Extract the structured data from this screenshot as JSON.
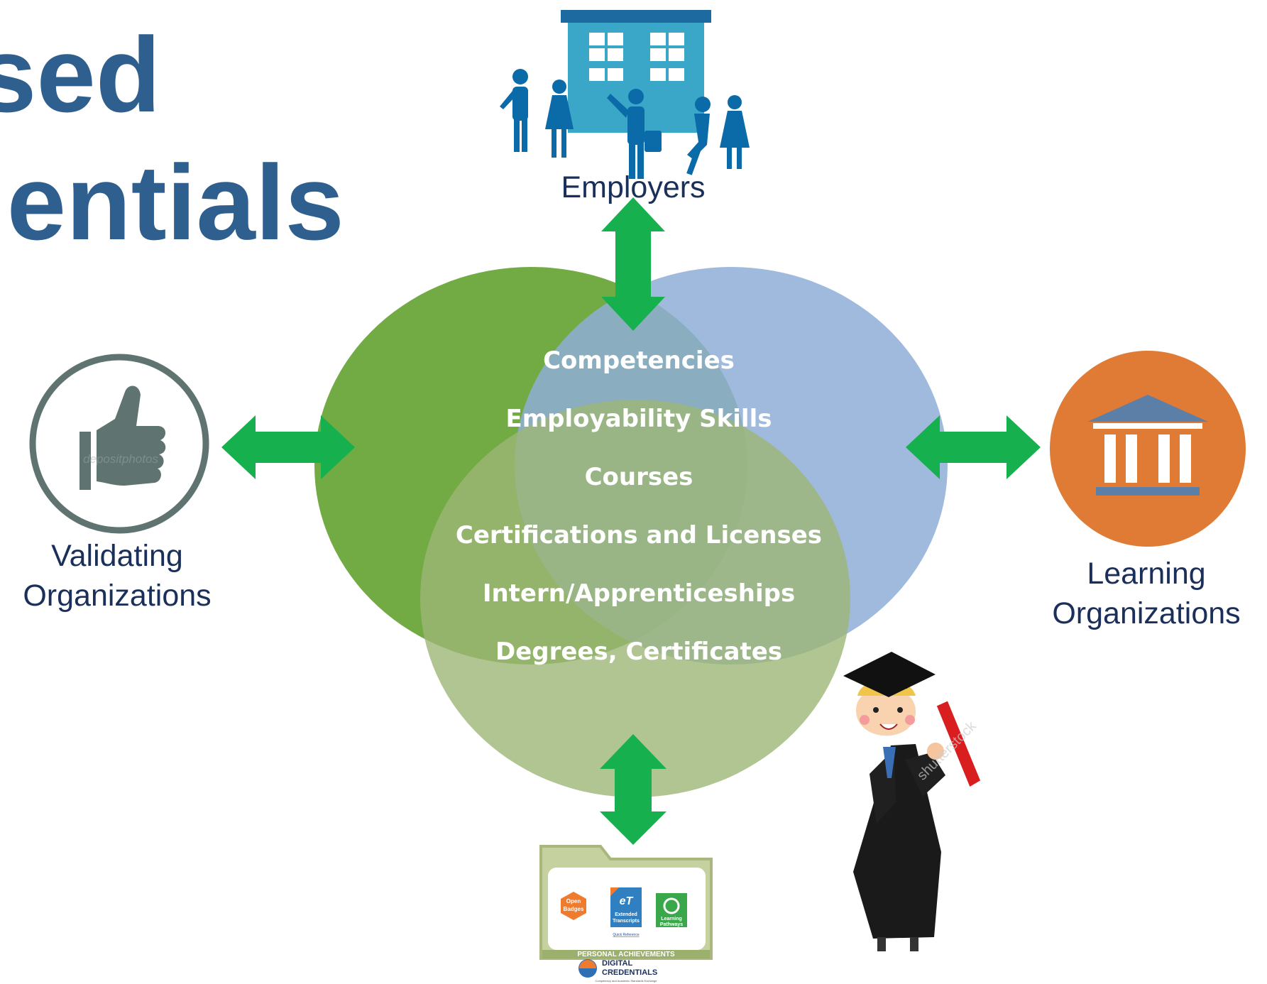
{
  "title": {
    "line1": "sed",
    "line2": "lentials"
  },
  "nodes": {
    "employers": "Employers",
    "validating_line1": "Validating",
    "validating_line2": "Organizations",
    "learning_line1": "Learning",
    "learning_line2": "Organizations"
  },
  "venn_items": [
    "Competencies",
    "Employability Skills",
    "Courses",
    "Certifications and Licenses",
    "Intern/Apprenticeships",
    "Degrees, Certificates"
  ],
  "folder": {
    "badge_open": "Open",
    "badge_open2": "Badges",
    "et_title": "eT",
    "et_line1": "Extended",
    "et_line2": "Transcripts",
    "et_link": "Quick Reference",
    "lp_line1": "Learning",
    "lp_line2": "Pathways",
    "folder_label": "PERSONAL ACHIEVEMENTS",
    "logo_line1": "DIGITAL",
    "logo_line2": "CREDENTIALS",
    "logo_tagline": "Competency and Academic Standards Exchange"
  },
  "watermarks": {
    "thumb": "depositphotos",
    "graduate": "shutterstock"
  },
  "colors": {
    "title": "#2e5f8e",
    "label": "#1a2f5a",
    "arrow": "#16b04e",
    "circle_green": "#6aa53a",
    "circle_blue": "#8eaed6",
    "circle_olive": "#9cb675",
    "building": "#3aa6c8",
    "people": "#0b6aa8",
    "thumb": "#5f7470",
    "pillar_bg": "#e07b35"
  }
}
